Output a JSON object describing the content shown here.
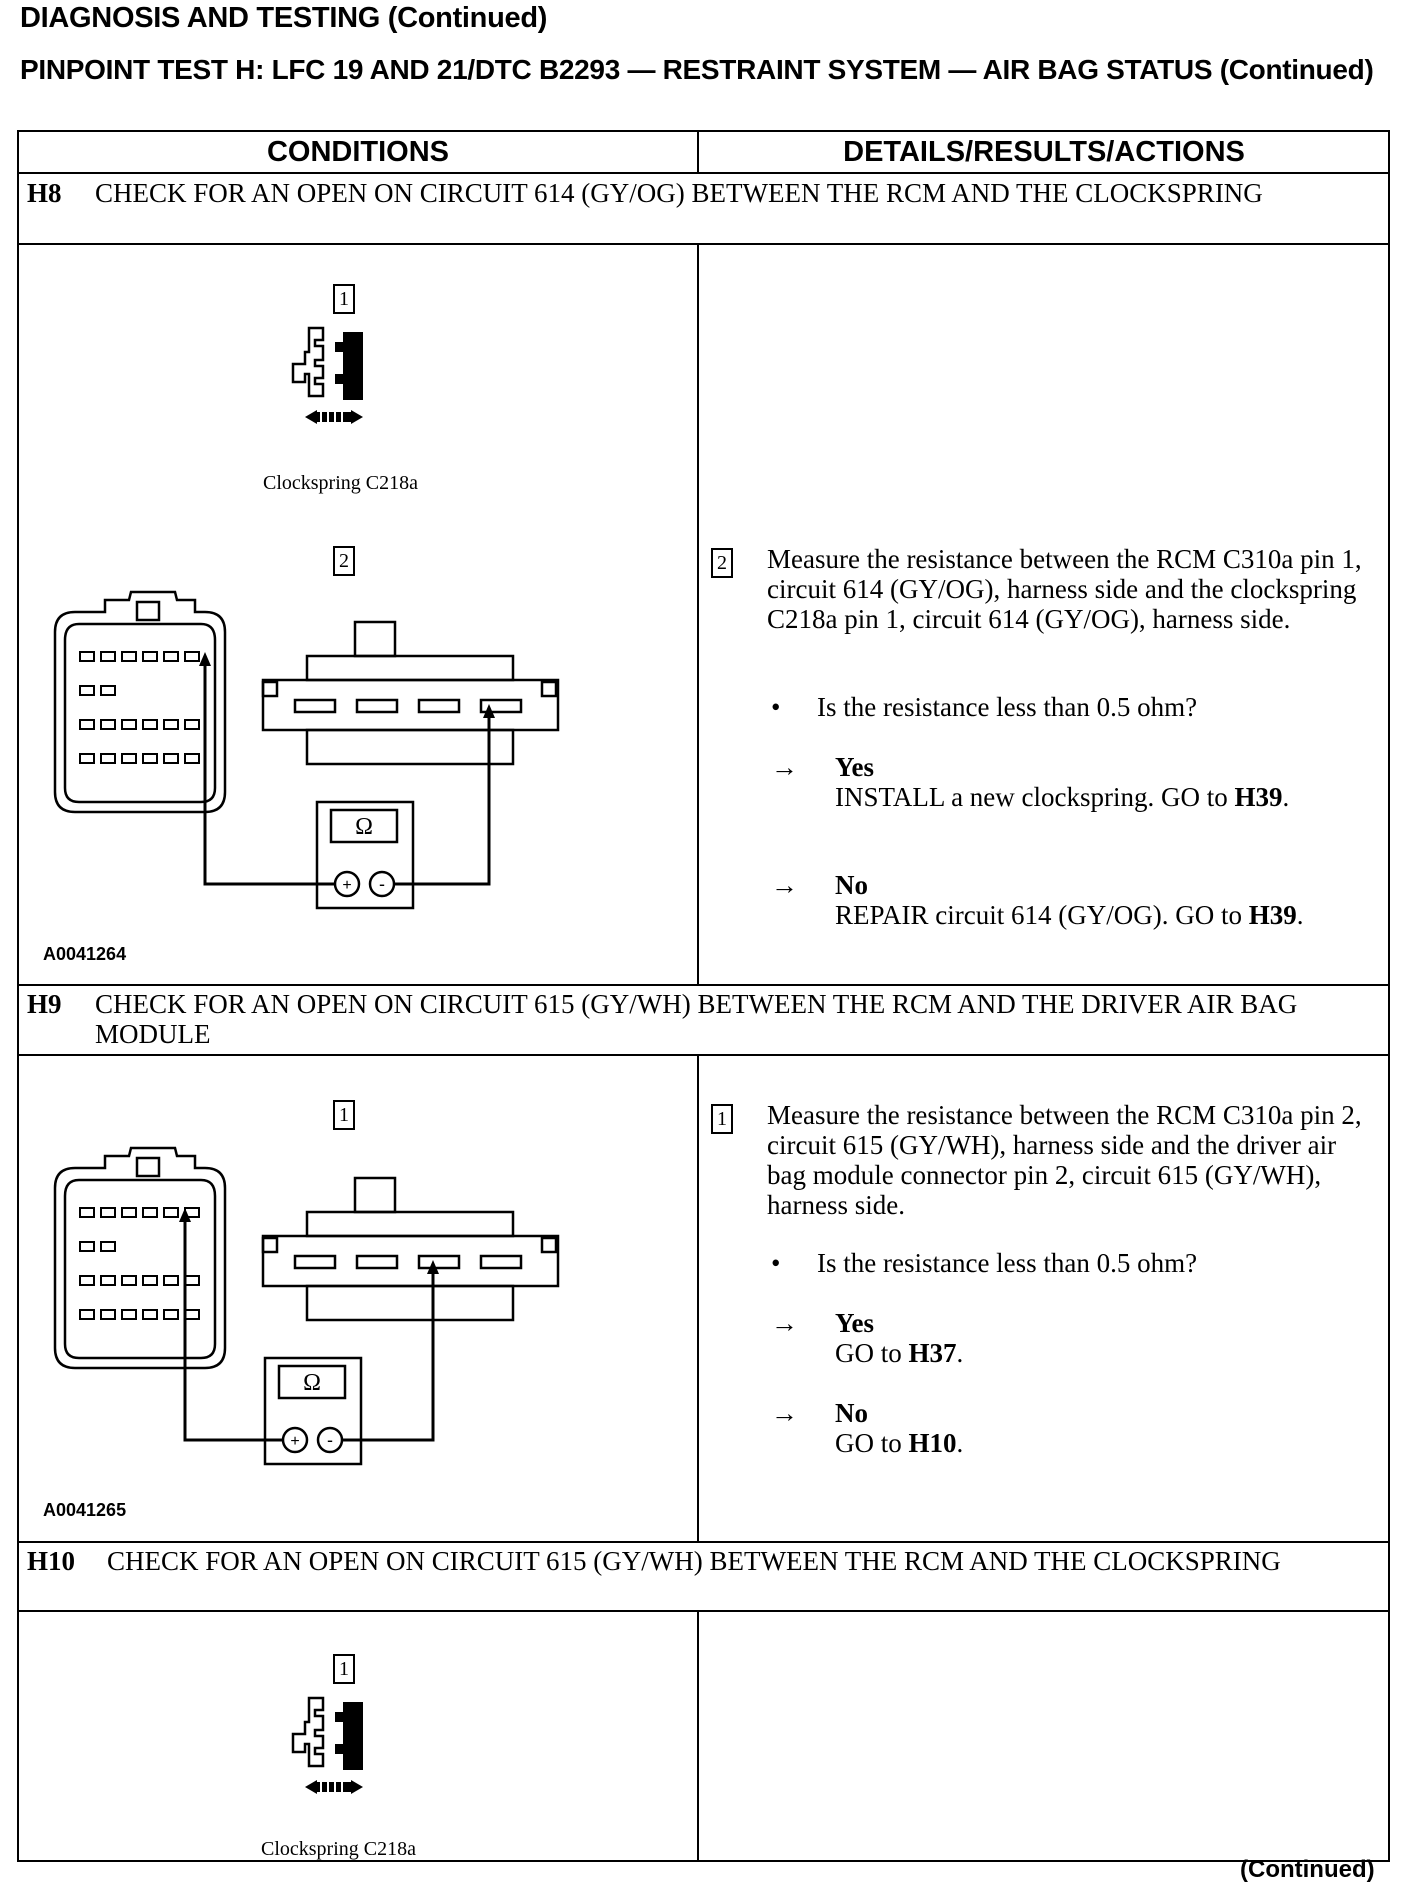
{
  "header": {
    "section_title": "DIAGNOSIS AND TESTING (Continued)",
    "test_title": "PINPOINT TEST H: LFC 19 AND 21/DTC B2293 — RESTRAINT SYSTEM — AIR BAG STATUS (Continued)"
  },
  "table": {
    "columns": [
      "CONDITIONS",
      "DETAILS/RESULTS/ACTIONS"
    ]
  },
  "steps": [
    {
      "id": "H8",
      "title": "CHECK FOR AN OPEN ON CIRCUIT 614 (GY/OG) BETWEEN THE RCM AND THE CLOCKSPRING",
      "figure": {
        "marker_1": "1",
        "connector_caption": "Clockspring C218a",
        "marker_2": "2",
        "ohm_symbol": "Ω",
        "figure_id": "A0041264"
      },
      "details": {
        "step_marker": "2",
        "instruction": "Measure the resistance between the RCM C310a pin 1, circuit 614 (GY/OG), harness side and the clockspring C218a pin 1, circuit 614 (GY/OG), harness side.",
        "question": "Is the resistance less than 0.5 ohm?",
        "yes_label": "Yes",
        "yes_action": "INSTALL a new clockspring. GO to",
        "yes_ref": "H39",
        "no_label": "No",
        "no_action": "REPAIR circuit 614 (GY/OG). GO to",
        "no_ref": "H39"
      }
    },
    {
      "id": "H9",
      "title": "CHECK FOR AN OPEN ON CIRCUIT 615 (GY/WH) BETWEEN THE RCM AND THE DRIVER AIR BAG MODULE",
      "figure": {
        "marker_1": "1",
        "ohm_symbol": "Ω",
        "figure_id": "A0041265"
      },
      "details": {
        "step_marker": "1",
        "instruction": "Measure the resistance between the RCM C310a pin 2, circuit 615 (GY/WH), harness side and the driver air bag module connector pin 2, circuit 615 (GY/WH), harness side.",
        "question": "Is the resistance less than 0.5 ohm?",
        "yes_label": "Yes",
        "yes_action": "GO to",
        "yes_ref": "H37",
        "no_label": "No",
        "no_action": "GO to",
        "no_ref": "H10"
      }
    },
    {
      "id": "H10",
      "title": "CHECK FOR AN OPEN ON CIRCUIT 615 (GY/WH) BETWEEN THE RCM AND THE CLOCKSPRING",
      "figure": {
        "marker_1": "1",
        "connector_caption": "Clockspring C218a"
      }
    }
  ],
  "footer": {
    "continued": "(Continued)"
  },
  "symbols": {
    "bullet": "•",
    "arrow": "→"
  }
}
